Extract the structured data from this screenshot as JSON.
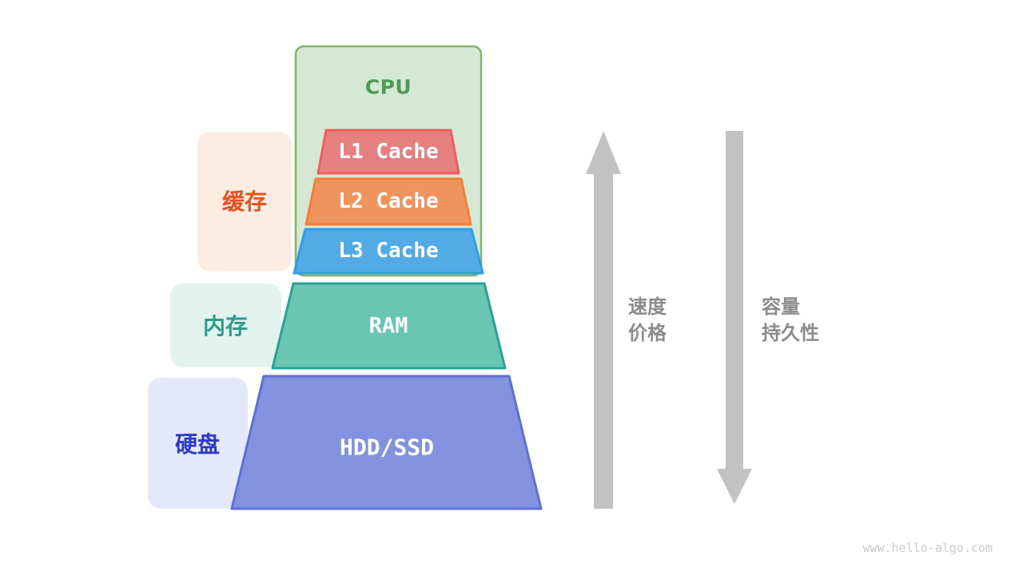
{
  "page": {
    "background": "#ffffff",
    "watermark": "www.hello-algo.com"
  },
  "diagram": {
    "cpu": {
      "label": "CPU",
      "fill": "#D5E8D4",
      "stroke": "#82B366",
      "text_color": "#4E9B53"
    },
    "levels": [
      {
        "id": "l1-cache",
        "label": "L1 Cache",
        "fill": "#E68080",
        "stroke": "#F25B5B",
        "text_color": "#ffffff"
      },
      {
        "id": "l2-cache",
        "label": "L2 Cache",
        "fill": "#F0945E",
        "stroke": "#F57E35",
        "text_color": "#ffffff"
      },
      {
        "id": "l3-cache",
        "label": "L3 Cache",
        "fill": "#54AAE5",
        "stroke": "#2D9FE8",
        "text_color": "#ffffff"
      },
      {
        "id": "ram",
        "label": "RAM",
        "fill": "#69C6B2",
        "stroke": "#27A294",
        "text_color": "#ffffff"
      },
      {
        "id": "hdd-ssd",
        "label": "HDD/SSD",
        "fill": "#8392DF",
        "stroke": "#5E6FD8",
        "text_color": "#ffffff"
      }
    ],
    "groups": [
      {
        "id": "cache",
        "label": "缓存",
        "fill": "#FCEDE3",
        "text_color": "#E8511D"
      },
      {
        "id": "memory",
        "label": "内存",
        "fill": "#E2F3EE",
        "text_color": "#2E9C8C"
      },
      {
        "id": "disk",
        "label": "硬盘",
        "fill": "#E4E8F8",
        "text_color": "#2A3AC9"
      }
    ],
    "arrows": {
      "color": "#C2C2C2",
      "label_color": "#8B8B8B",
      "up": {
        "direction": "up",
        "lines": [
          "速度",
          "价格"
        ]
      },
      "down": {
        "direction": "down",
        "lines": [
          "容量",
          "持久性"
        ]
      }
    }
  }
}
